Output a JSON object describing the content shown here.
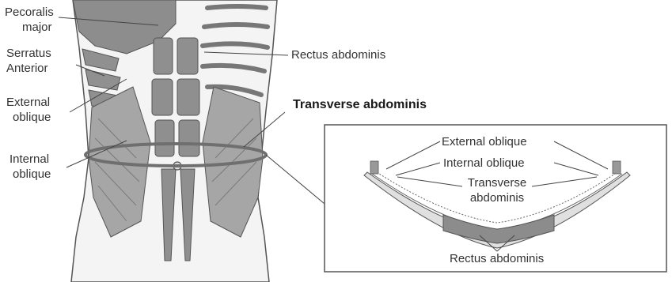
{
  "labels": {
    "pectoralis": [
      "Pecoralis",
      "major"
    ],
    "serratus": [
      "Serratus",
      "Anterior"
    ],
    "external_oblique_left": [
      "External",
      "oblique"
    ],
    "internal_oblique_left": [
      "Internal",
      "oblique"
    ],
    "rectus_top": "Rectus abdominis",
    "transverse_heading": "Transverse abdominis",
    "inset_external": "External oblique",
    "inset_internal": "Internal oblique",
    "inset_transverse": [
      "Transverse",
      "abdominis"
    ],
    "inset_rectus": "Rectus abdominis"
  },
  "colors": {
    "muscle": "#9c9c9c",
    "muscle_dark": "#7d7d7d",
    "outline": "#555555",
    "band": "#6f6f6f",
    "leader": "#444444"
  }
}
